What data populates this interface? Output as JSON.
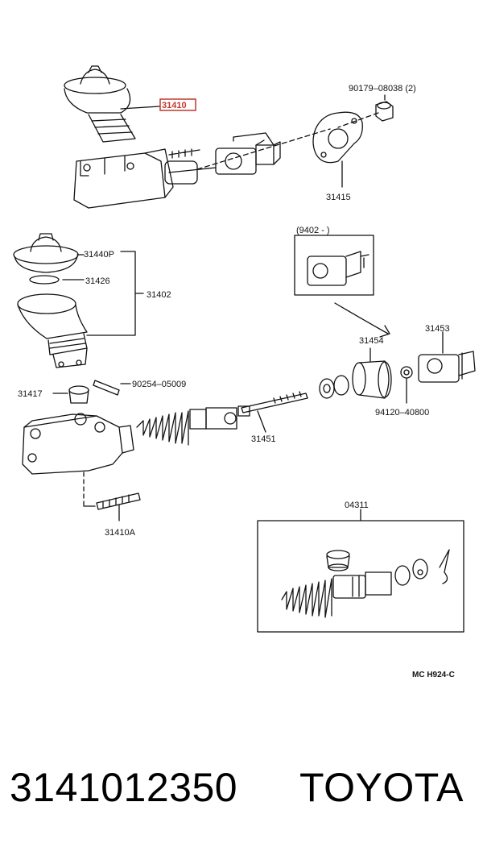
{
  "labels": {
    "p31410": "31410",
    "p90179": "90179–08038 (2)",
    "p31415": "31415",
    "p31440": "31440P",
    "p31426": "31426",
    "p31402": "31402",
    "p9402": "(9402 -          )",
    "p31454": "31454",
    "p31453": "31453",
    "p90254": "90254–05009",
    "p31417": "31417",
    "p94120": "94120–40800",
    "p31451": "31451",
    "p31410A": "31410A",
    "p04311": "04311",
    "code": "MC H924-C"
  },
  "footer": {
    "part_number": "3141012350",
    "brand": "TOYOTA"
  },
  "colors": {
    "highlight": "#c0392b",
    "ink": "#111111"
  }
}
